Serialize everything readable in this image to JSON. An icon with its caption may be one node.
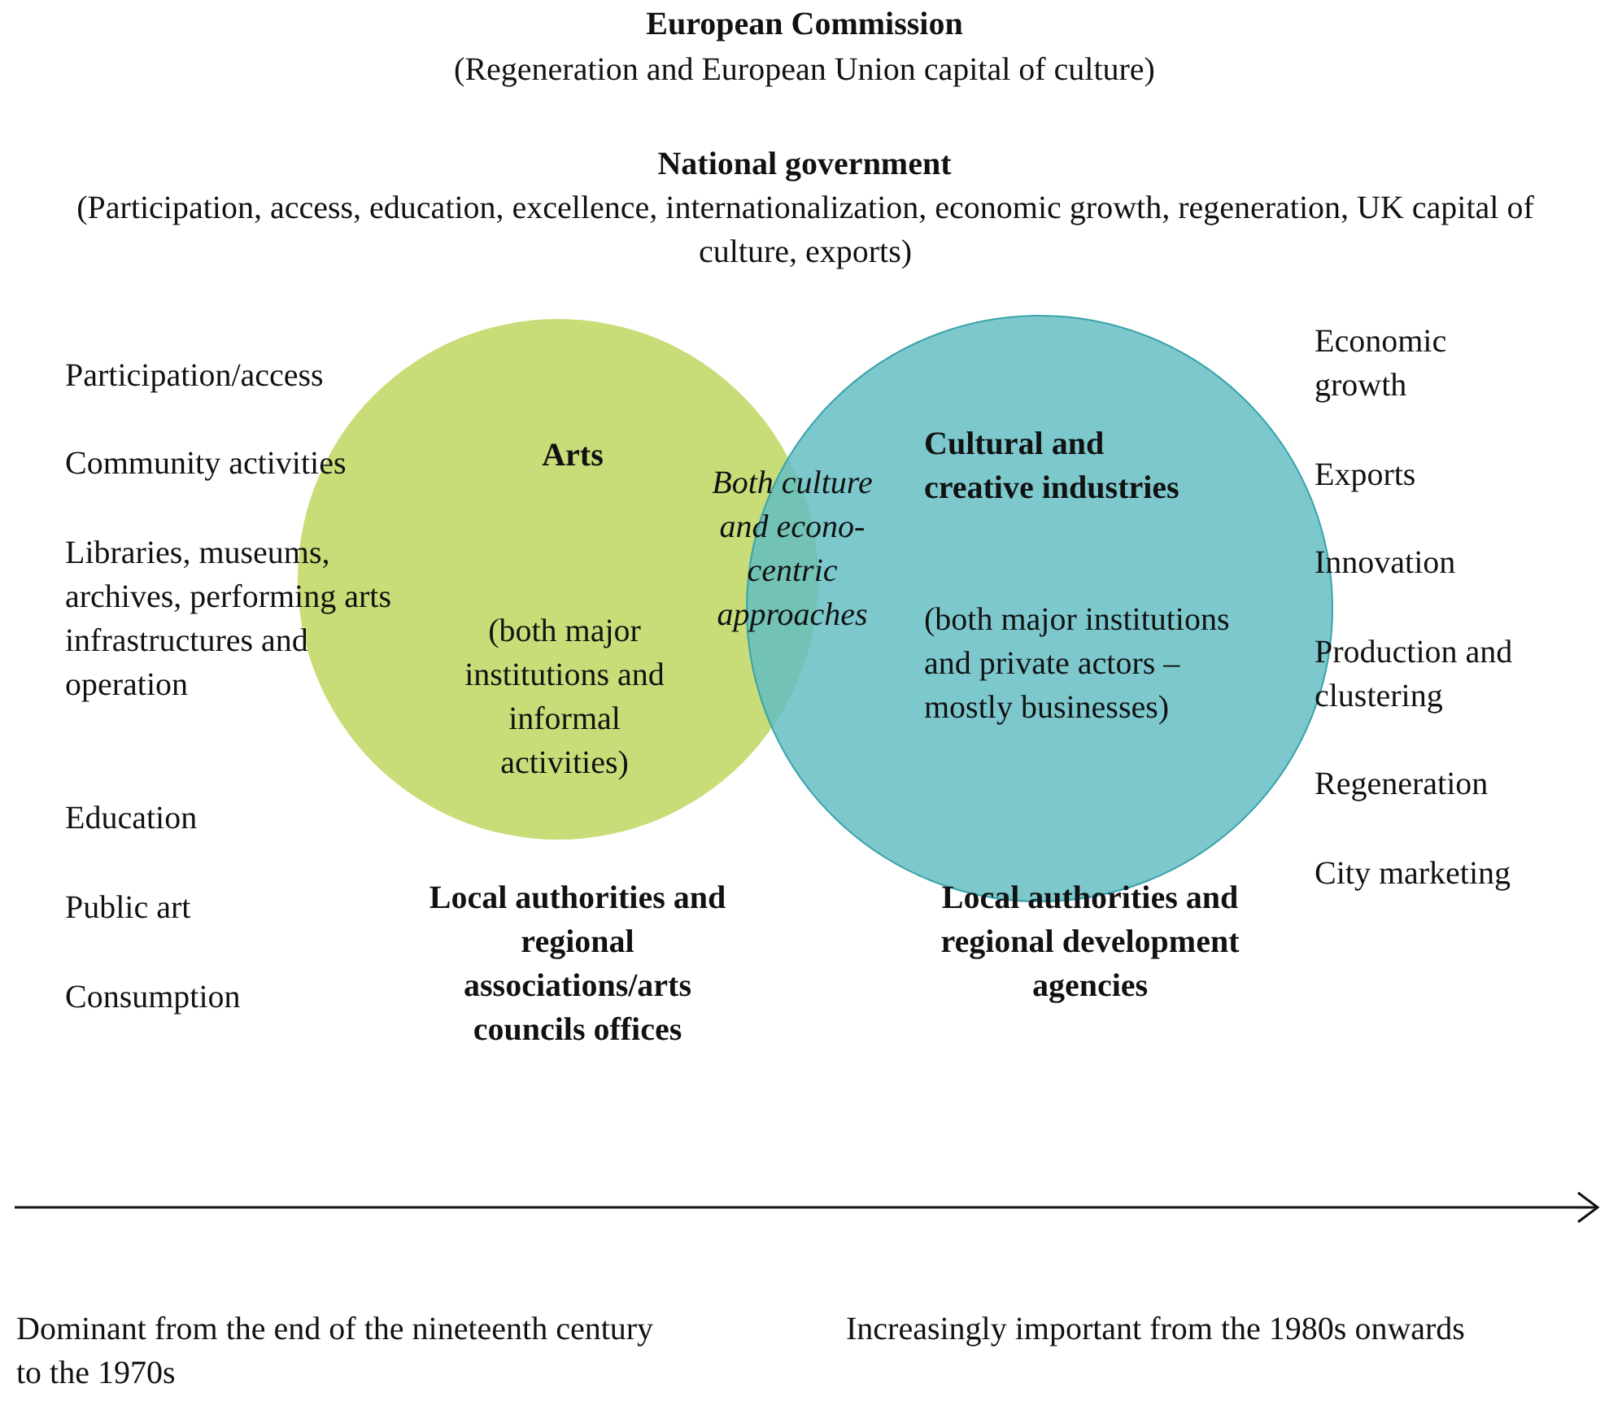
{
  "diagram": {
    "nodes": [
      {
        "text": [
          "Arts",
          "(both major institutions and informal activities)"
        ]
      },
      {
        "text": [
          "Cultural and creative industries",
          "(both major institutions and private actors – mostly businesses)"
        ]
      }
    ],
    "edges": [],
    "labels": [
      "European Commission",
      "(Regeneration and European Union capital of culture)",
      "National government",
      "(Participation, access, education, excellence, internationalization, economic growth, regeneration, UK capital of culture, exports)",
      "Participation/access",
      "Community activities",
      "Libraries, museums, archives, performing arts infrastructures and operation",
      "Education",
      "Public art",
      "Consumption",
      "Economic growth",
      "Exports",
      "Innovation",
      "Production and clustering",
      "Regeneration",
      "City marketing",
      "Both culture and econo-centric approaches",
      "Local authorities and regional associations/arts councils offices",
      "Local authorities and regional development agencies",
      "Dominant from the end of the nineteenth century to the 1970s",
      "Increasingly important from the 1980s onwards"
    ]
  }
}
